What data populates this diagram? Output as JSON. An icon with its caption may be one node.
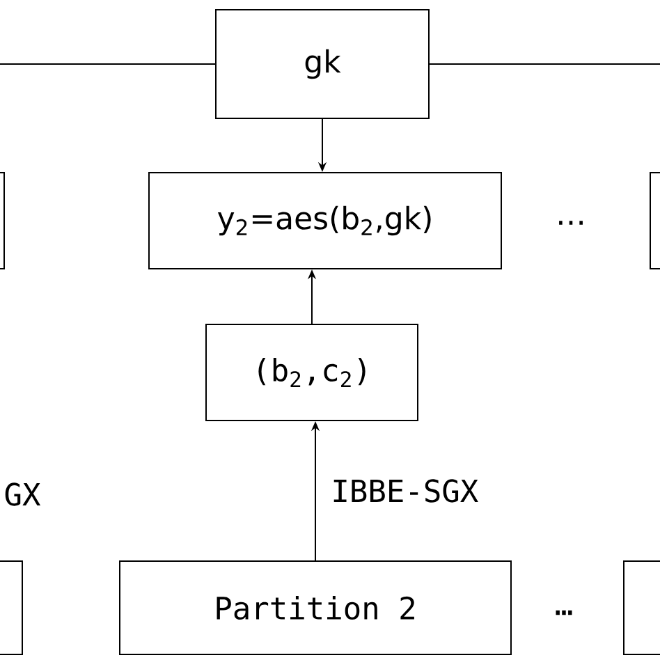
{
  "diagram": {
    "nodes": [
      {
        "text": [
          "gk"
        ]
      },
      {
        "text": [
          "y$_{2}$=aes(b$_{2}$,gk)"
        ]
      },
      {
        "text": [
          "(b$_{2}$,c$_{2}$)"
        ]
      },
      {
        "text": [
          "Partition 2"
        ]
      },
      {
        "text": [],
        "shape": "box"
      },
      {
        "text": [],
        "shape": "box"
      },
      {
        "text": [],
        "shape": "box"
      },
      {
        "text": [],
        "shape": "box"
      }
    ],
    "edges": [
      {
        "from": 0,
        "to": 1,
        "arrow": "to"
      },
      {
        "from": 2,
        "to": 1,
        "arrow": "to"
      },
      {
        "from": 3,
        "to": 2,
        "arrow": "to",
        "label": "IBBE-SGX"
      },
      {
        "from": 0,
        "to": null,
        "arrow": "none"
      },
      {
        "from": 0,
        "to": null,
        "arrow": "none"
      }
    ],
    "labels": [
      "GX",
      "…",
      "…"
    ]
  }
}
